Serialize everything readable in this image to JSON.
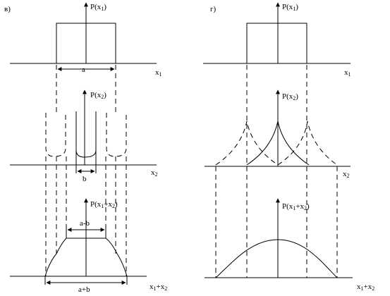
{
  "left_panel": {
    "letter": "в)",
    "plot1": {
      "ylabel_main": "P(x",
      "ylabel_sub": "1",
      "ylabel_end": ")",
      "xlabel_main": "x",
      "xlabel_sub": "1",
      "width_label": "a"
    },
    "plot2": {
      "ylabel_main": "P(x",
      "ylabel_sub": "2",
      "ylabel_end": ")",
      "xlabel_main": "x",
      "xlabel_sub": "2",
      "width_label": "b"
    },
    "plot3": {
      "ylabel_main": "P(x",
      "ylabel_sub1": "1",
      "ylabel_mid": "+x",
      "ylabel_sub2": "2",
      "ylabel_end": ")",
      "xlabel_main": "x",
      "xlabel_sub1": "1",
      "xlabel_mid": "+x",
      "xlabel_sub2": "2",
      "top_width_label": "a-b",
      "bottom_width_label": "a+b"
    }
  },
  "right_panel": {
    "letter": "г)",
    "plot1": {
      "ylabel_main": "P(x",
      "ylabel_sub": "1",
      "ylabel_end": ")",
      "xlabel_main": "x",
      "xlabel_sub": "1"
    },
    "plot2": {
      "ylabel_main": "P(x",
      "ylabel_sub": "2",
      "ylabel_end": ")",
      "xlabel_main": "x",
      "xlabel_sub": "2"
    },
    "plot3": {
      "ylabel_main": "P(x",
      "ylabel_sub1": "1",
      "ylabel_mid": "+x",
      "ylabel_sub2": "2",
      "ylabel_end": ")",
      "xlabel_main": "x",
      "xlabel_sub1": "1",
      "xlabel_mid": "+x",
      "xlabel_sub2": "2"
    }
  }
}
